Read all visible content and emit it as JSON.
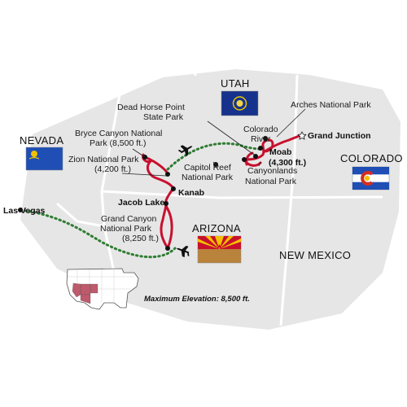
{
  "states": {
    "utah": "UTAH",
    "nevada": "NEVADA",
    "colorado": "COLORADO",
    "arizona": "ARIZONA",
    "new_mexico": "NEW MEXICO"
  },
  "places": {
    "arches": "Arches National Park",
    "grand_junction": "Grand Junction",
    "dead_horse_1": "Dead Horse Point",
    "dead_horse_2": "State Park",
    "colorado_river_1": "Colorado",
    "colorado_river_2": "River",
    "bryce_1": "Bryce Canyon National",
    "bryce_2": "Park (8,500 ft.)",
    "zion_1": "Zion National Park",
    "zion_2": "(4,200 ft.)",
    "moab_1": "Moab",
    "moab_2": "(4,300 ft.)",
    "capitol_1": "Capitol Reef",
    "capitol_2": "National Park",
    "canyonlands_1": "Canyonlands",
    "canyonlands_2": "National Park",
    "kanab": "Kanab",
    "jacob_lake": "Jacob Lake",
    "las_vegas": "Las Vegas",
    "grand_canyon_1": "Grand Canyon",
    "grand_canyon_2": "National Park",
    "grand_canyon_3": "(8,250 ft.)"
  },
  "note": "Maximum Elevation: 8,500 ft.",
  "colors": {
    "land": "#e8e8e8",
    "border": "#ffffff",
    "route": "#c8102e",
    "flight": "#2e7d32",
    "text": "#1a1a1a"
  },
  "icons": [
    "airplane-icon",
    "utah-flag-icon",
    "nevada-flag-icon",
    "colorado-flag-icon",
    "arizona-flag-icon",
    "us-inset-map-icon"
  ]
}
